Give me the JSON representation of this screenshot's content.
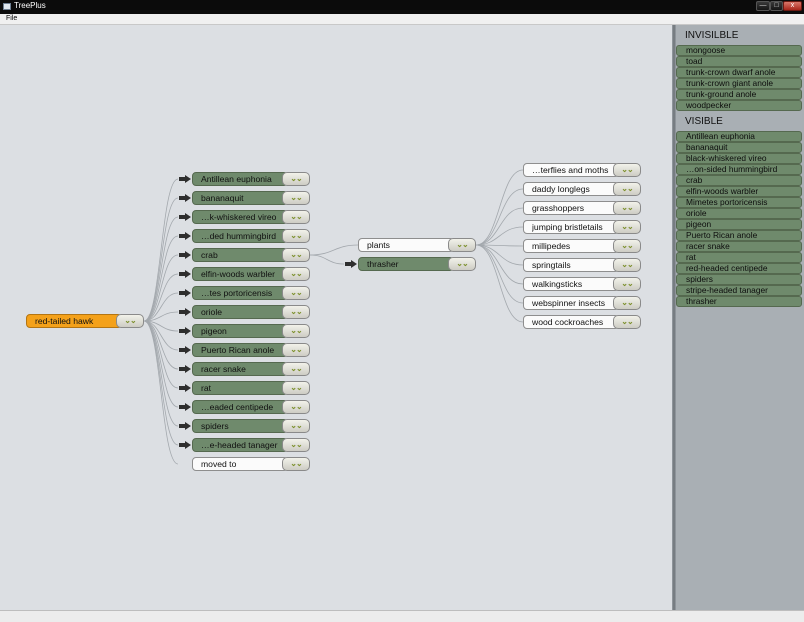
{
  "window": {
    "title": "TreePlus"
  },
  "menu": {
    "file": "File"
  },
  "window_buttons": {
    "minimize": "—",
    "maximize": "□",
    "close": "x"
  },
  "toggle_glyph": "⌄⌄",
  "tree": {
    "root": {
      "label": "red-tailed hawk"
    },
    "level1": [
      {
        "label": "Antillean euphonia",
        "arrow": true,
        "style": "green"
      },
      {
        "label": "bananaquit",
        "arrow": true,
        "style": "green"
      },
      {
        "label": "…k-whiskered vireo",
        "arrow": true,
        "style": "green"
      },
      {
        "label": "…ded hummingbird",
        "arrow": true,
        "style": "green"
      },
      {
        "label": "crab",
        "arrow": true,
        "style": "green"
      },
      {
        "label": "elfin-woods warbler",
        "arrow": true,
        "style": "green"
      },
      {
        "label": "…tes portoricensis",
        "arrow": true,
        "style": "green"
      },
      {
        "label": "oriole",
        "arrow": true,
        "style": "green"
      },
      {
        "label": "pigeon",
        "arrow": true,
        "style": "green"
      },
      {
        "label": "Puerto Rican anole",
        "arrow": true,
        "style": "green"
      },
      {
        "label": "racer snake",
        "arrow": true,
        "style": "green"
      },
      {
        "label": "rat",
        "arrow": true,
        "style": "green"
      },
      {
        "label": "…eaded centipede",
        "arrow": true,
        "style": "green"
      },
      {
        "label": "spiders",
        "arrow": true,
        "style": "green"
      },
      {
        "label": "…e-headed tanager",
        "arrow": true,
        "style": "green"
      },
      {
        "label": "moved to",
        "arrow": false,
        "style": "white"
      }
    ],
    "level2": [
      {
        "label": "plants",
        "arrow": false,
        "style": "white"
      },
      {
        "label": "thrasher",
        "arrow": true,
        "style": "green"
      }
    ],
    "level3": [
      {
        "label": "…terflies and moths",
        "style": "white"
      },
      {
        "label": "daddy longlegs",
        "style": "white"
      },
      {
        "label": "grasshoppers",
        "style": "white"
      },
      {
        "label": "jumping bristletails",
        "style": "white"
      },
      {
        "label": "millipedes",
        "style": "white"
      },
      {
        "label": "springtails",
        "style": "white"
      },
      {
        "label": "walkingsticks",
        "style": "white"
      },
      {
        "label": "webspinner insects",
        "style": "white"
      },
      {
        "label": "wood cockroaches",
        "style": "white"
      }
    ]
  },
  "sidebar": {
    "invisible_title": "INVISILBLE",
    "invisible": [
      "mongoose",
      "toad",
      "trunk-crown dwarf anole",
      "trunk-crown giant anole",
      "trunk-ground anole",
      "woodpecker"
    ],
    "visible_title": "VISIBLE",
    "visible": [
      "Antillean euphonia",
      "bananaquit",
      "black-whiskered vireo",
      "…on-sided hummingbird",
      "crab",
      "elfin-woods warbler",
      "Mimetes portoricensis",
      "oriole",
      "pigeon",
      "Puerto Rican anole",
      "racer snake",
      "rat",
      "red-headed centipede",
      "spiders",
      "stripe-headed tanager",
      "thrasher"
    ]
  },
  "colors": {
    "node_green": "#6f8a6c",
    "node_white": "#fbfbfb",
    "node_orange": "#f4a11a",
    "canvas": "#dcdfe3",
    "sidebar": "#a9afb4"
  }
}
